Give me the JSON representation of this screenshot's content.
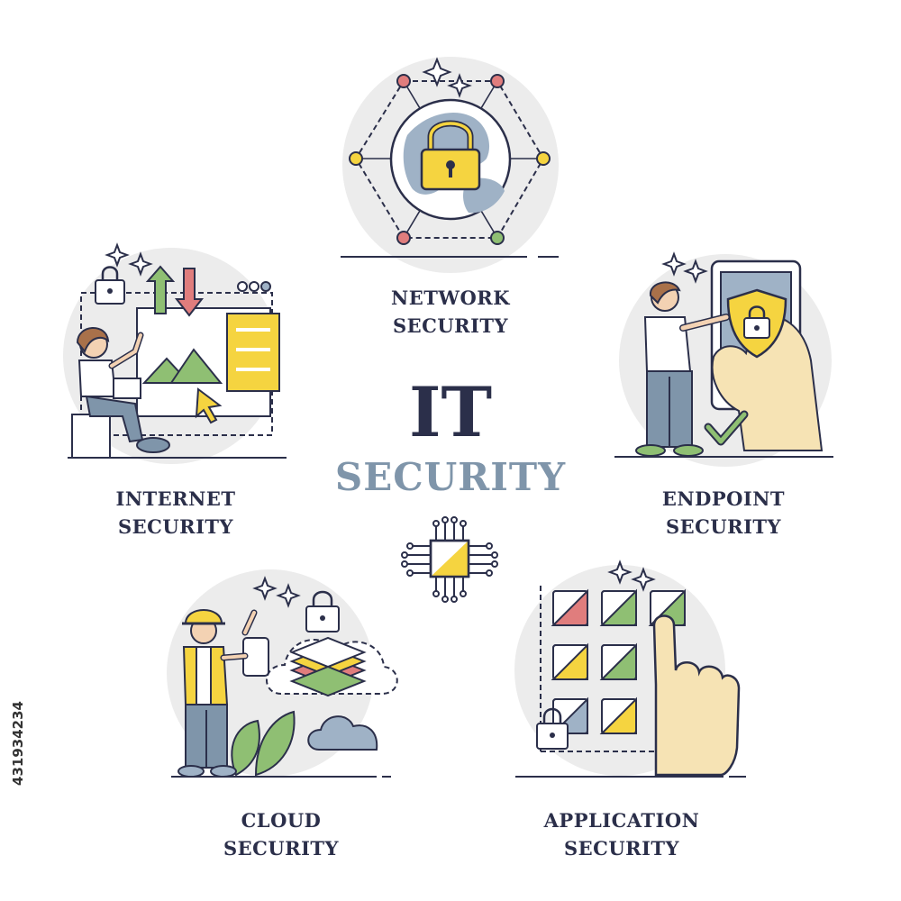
{
  "title": {
    "line1": "IT",
    "line2": "SECURITY"
  },
  "sections": {
    "network": {
      "line1": "NETWORK",
      "line2": "SECURITY"
    },
    "internet": {
      "line1": "INTERNET",
      "line2": "SECURITY"
    },
    "endpoint": {
      "line1": "ENDPOINT",
      "line2": "SECURITY"
    },
    "cloud": {
      "line1": "CLOUD",
      "line2": "SECURITY"
    },
    "application": {
      "line1": "APPLICATION",
      "line2": "SECURITY"
    }
  },
  "stock_id": "431934234",
  "icons": [
    "globe-icon",
    "padlock-icon",
    "sparkle-icon",
    "arrow-up-icon",
    "arrow-down-icon",
    "mouse-cursor-icon",
    "smartphone-icon",
    "shield-icon",
    "checkmark-icon",
    "cloud-icon",
    "hard-hat-icon",
    "chip-icon",
    "hand-pointer-icon"
  ],
  "colors": {
    "ink": "#2b2f4a",
    "accent_blue": "#7f95aa",
    "yellow": "#f5d440",
    "green": "#8fbf73",
    "red": "#e07d7d",
    "circle_bg": "#ececec"
  }
}
